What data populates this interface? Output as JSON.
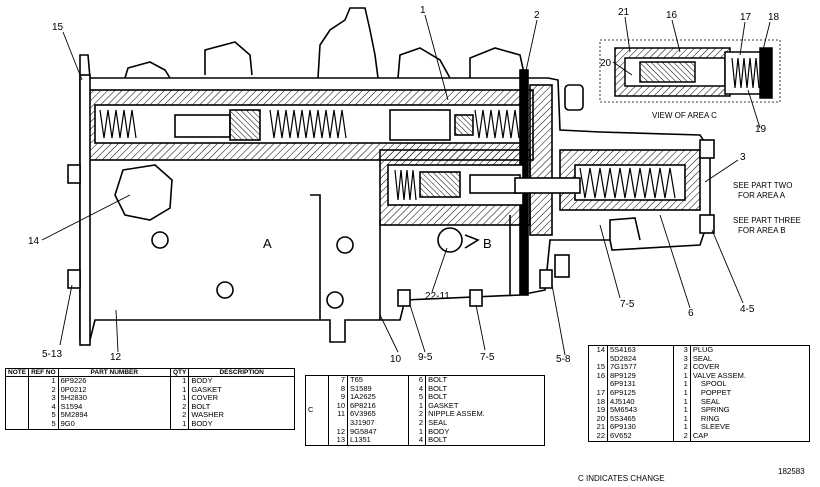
{
  "callouts": {
    "c15": "15",
    "c1": "1",
    "c2": "2",
    "c21": "21",
    "c16": "16",
    "c17": "17",
    "c18": "18",
    "c20": "20",
    "c19": "19",
    "c3": "3",
    "c14": "14",
    "c22_11": "22-11",
    "c75a": "7-5",
    "c6": "6",
    "c45": "4-5",
    "c513": "5-13",
    "c12": "12",
    "c10": "10",
    "c95": "9-5",
    "c75b": "7-5",
    "c58": "5-8"
  },
  "area_labels": {
    "a": "A",
    "b": "B"
  },
  "notes": {
    "view_area_c": "VIEW OF AREA C",
    "see_part_two_1": "SEE PART TWO",
    "see_part_two_2": "FOR AREA A",
    "see_part_three_1": "SEE PART THREE",
    "see_part_three_2": "FOR AREA B"
  },
  "parts_table": {
    "headers": {
      "note": "NOTE",
      "ref": "REF NO",
      "part": "PART NUMBER",
      "qty": "QTY",
      "desc": "DESCRIPTION"
    },
    "left_rows": [
      {
        "note": "",
        "ref": "1",
        "part": "6P9226",
        "qty": "1",
        "desc": "BODY"
      },
      {
        "note": "",
        "ref": "2",
        "part": "0P0212",
        "qty": "1",
        "desc": "GASKET"
      },
      {
        "note": "",
        "ref": "3",
        "part": "5H2830",
        "qty": "1",
        "desc": "COVER"
      },
      {
        "note": "",
        "ref": "4",
        "part": "S1594",
        "qty": "2",
        "desc": "BOLT"
      },
      {
        "note": "",
        "ref": "5",
        "part": "5M2894",
        "qty": "2",
        "desc": "WASHER"
      },
      {
        "note": "",
        "ref": "5",
        "part": "9G0",
        "qty": "1",
        "desc": "BODY"
      }
    ],
    "mid_note": "C",
    "mid_rows": [
      {
        "ref": "7",
        "part": "T65",
        "qty": "6",
        "desc": "BOLT"
      },
      {
        "ref": "8",
        "part": "S1589",
        "qty": "4",
        "desc": "BOLT"
      },
      {
        "ref": "9",
        "part": "1A2625",
        "qty": "5",
        "desc": "BOLT"
      },
      {
        "ref": "10",
        "part": "6P8216",
        "qty": "1",
        "desc": "GASKET"
      },
      {
        "ref": "11",
        "part": "6V3965",
        "qty": "2",
        "desc": "NIPPLE ASSEM."
      },
      {
        "ref": "",
        "part": "3J1907",
        "qty": "2",
        "desc": "SEAL"
      },
      {
        "ref": "12",
        "part": "9G5847",
        "qty": "1",
        "desc": "BODY"
      },
      {
        "ref": "13",
        "part": "L1351",
        "qty": "4",
        "desc": "BOLT"
      }
    ],
    "right_rows": [
      {
        "ref": "14",
        "part": "5S4163",
        "qty": "3",
        "desc": "PLUG",
        "sub": false
      },
      {
        "ref": "",
        "part": "5D2824",
        "qty": "3",
        "desc": "SEAL",
        "sub": false
      },
      {
        "ref": "15",
        "part": "7G1577",
        "qty": "2",
        "desc": "COVER",
        "sub": false
      },
      {
        "ref": "16",
        "part": "8P9129",
        "qty": "1",
        "desc": "VALVE ASSEM.",
        "sub": false
      },
      {
        "ref": "",
        "part": "6P9131",
        "qty": "1",
        "desc": "SPOOL",
        "sub": true
      },
      {
        "ref": "17",
        "part": "6P9125",
        "qty": "1",
        "desc": "POPPET",
        "sub": true
      },
      {
        "ref": "18",
        "part": "4J5140",
        "qty": "1",
        "desc": "SEAL",
        "sub": true
      },
      {
        "ref": "19",
        "part": "5M6543",
        "qty": "1",
        "desc": "SPRING",
        "sub": true
      },
      {
        "ref": "20",
        "part": "5S3465",
        "qty": "1",
        "desc": "RING",
        "sub": true
      },
      {
        "ref": "21",
        "part": "6P9130",
        "qty": "1",
        "desc": "SLEEVE",
        "sub": true
      },
      {
        "ref": "22",
        "part": "6V652",
        "qty": "2",
        "desc": "CAP",
        "sub": false
      }
    ]
  },
  "footer": {
    "change_note": "C INDICATES CHANGE",
    "figure_no": "182583"
  }
}
